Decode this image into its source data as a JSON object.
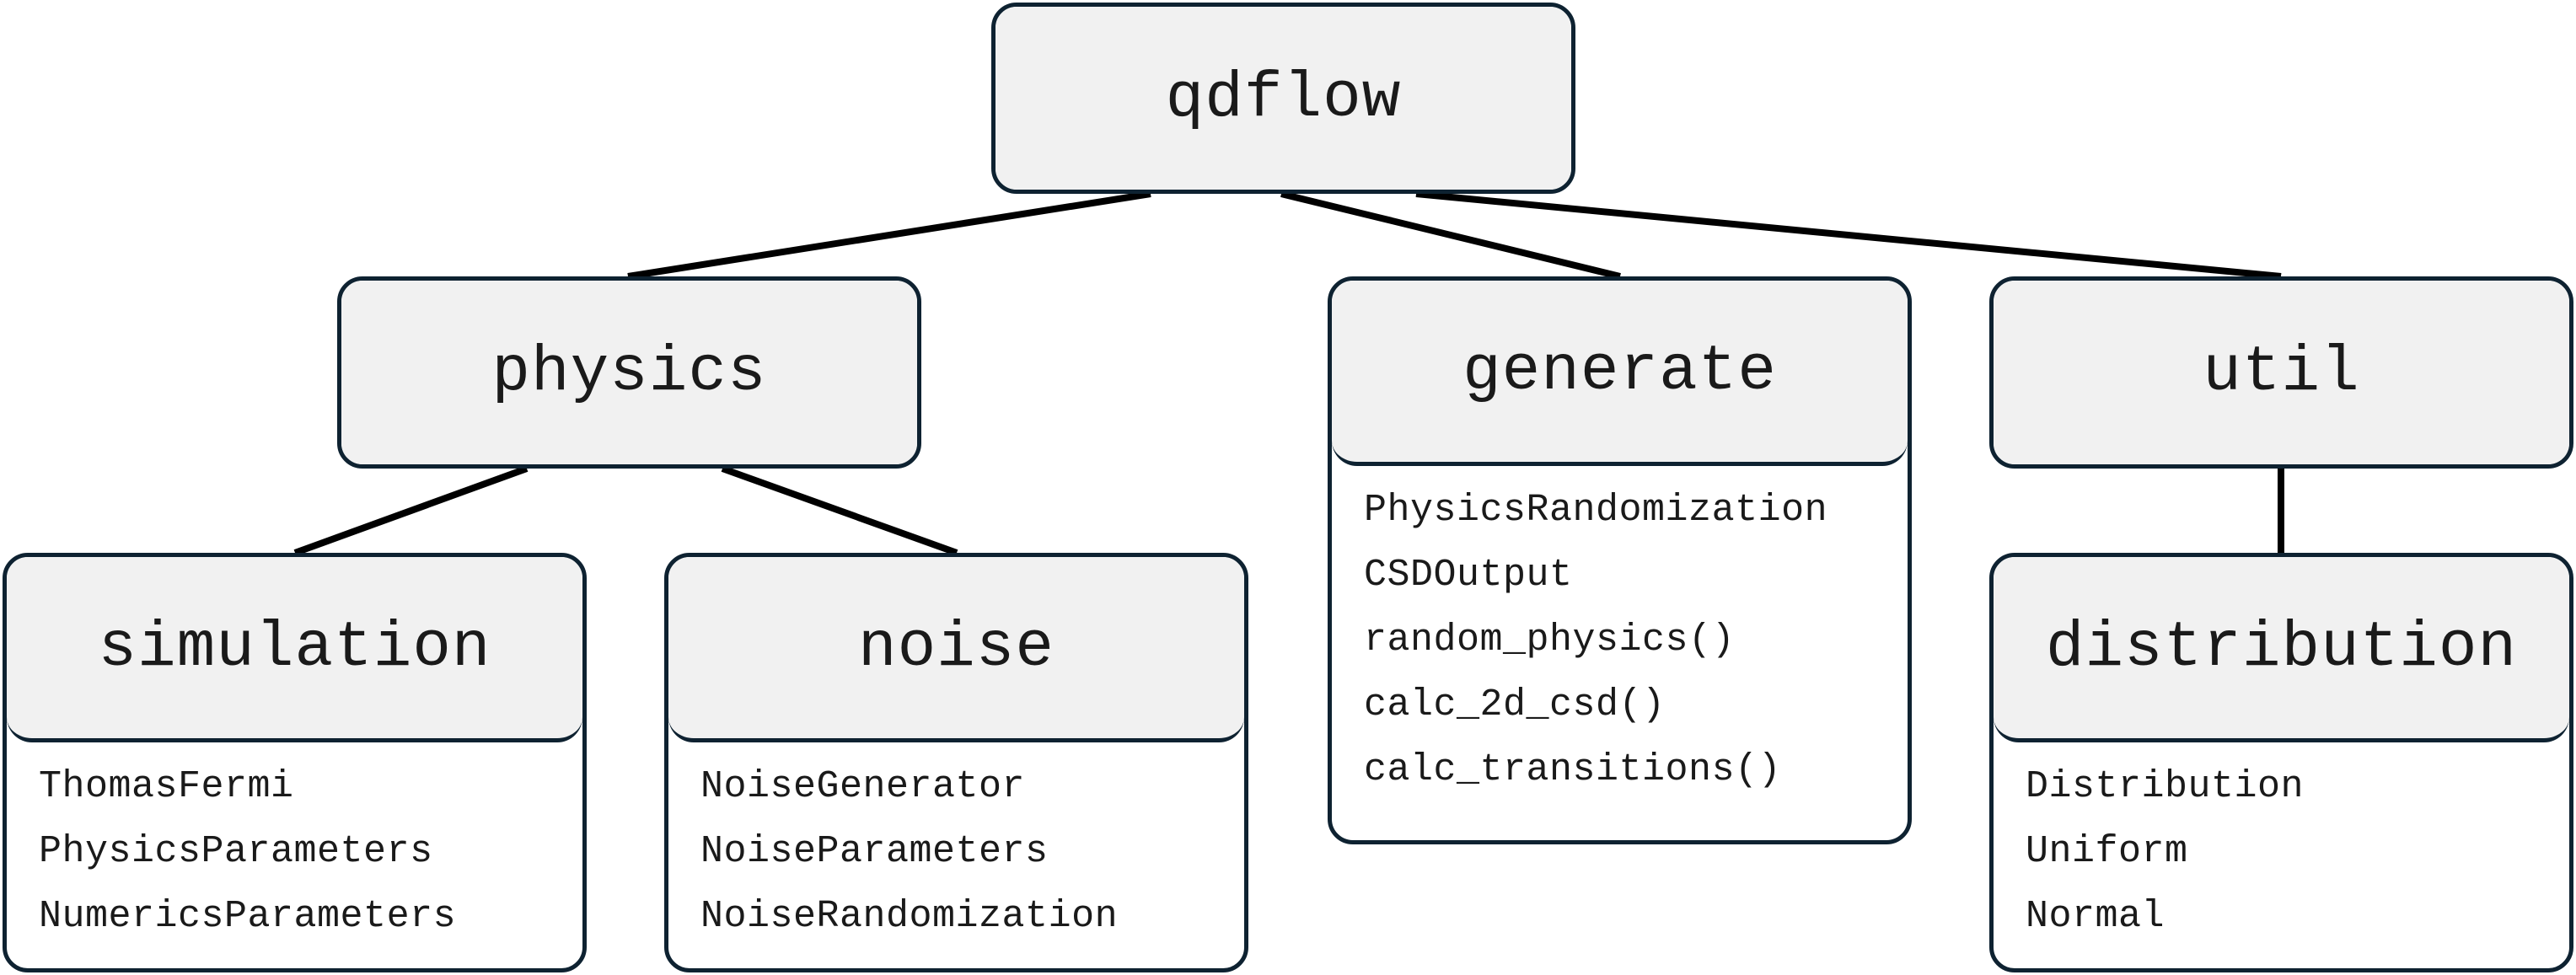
{
  "diagram": {
    "root": {
      "name": "qdflow"
    },
    "modules": [
      {
        "id": "physics",
        "name": "physics"
      },
      {
        "id": "generate",
        "name": "generate",
        "items": [
          "PhysicsRandomization",
          "CSDOutput",
          "random_physics()",
          "calc_2d_csd()",
          "calc_transitions()"
        ]
      },
      {
        "id": "util",
        "name": "util"
      }
    ],
    "submodules": [
      {
        "id": "simulation",
        "name": "simulation",
        "items": [
          "ThomasFermi",
          "PhysicsParameters",
          "NumericsParameters"
        ]
      },
      {
        "id": "noise",
        "name": "noise",
        "items": [
          "NoiseGenerator",
          "NoiseParameters",
          "NoiseRandomization"
        ]
      },
      {
        "id": "distribution",
        "name": "distribution",
        "items": [
          "Distribution",
          "Uniform",
          "Normal"
        ]
      }
    ]
  },
  "colors": {
    "border": "#0e2231",
    "header_fill": "#f1f1f1",
    "connector": "#000000"
  }
}
